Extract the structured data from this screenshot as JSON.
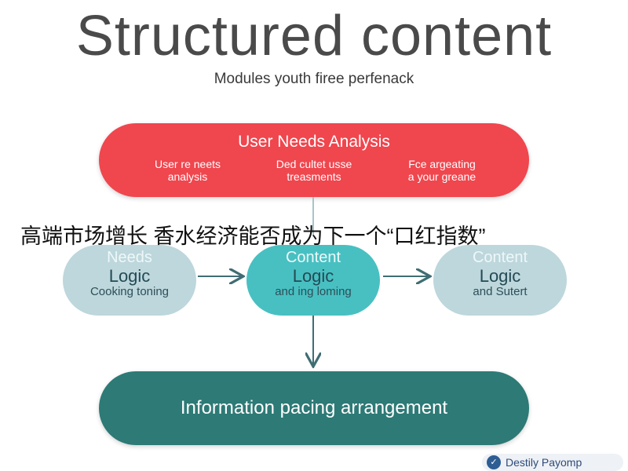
{
  "header": {
    "title": "Structured content",
    "subtitle": "Modules youth firee perfenack"
  },
  "top_node": {
    "title": "User Needs Analysis",
    "items": [
      {
        "line1": "User re neets",
        "line2": "analysis"
      },
      {
        "line1": "Ded cultet usse",
        "line2": "treasments"
      },
      {
        "line1": "Fce argeating",
        "line2": "a your greane"
      }
    ]
  },
  "overlay_caption": "高端市场增长 香水经济能否成为下一个“口红指数”",
  "logic_nodes": [
    {
      "head": "Needs",
      "main": "Logic",
      "small": "Cooking toning"
    },
    {
      "head": "Content",
      "main": "Logic",
      "small": "and ing loming"
    },
    {
      "head": "Content",
      "main": "Logic",
      "small": "and Sutert"
    }
  ],
  "bottom_node": {
    "title": "Information pacing arrangement"
  },
  "badge": {
    "icon": "check-icon",
    "label": "Destily Payomp"
  },
  "colors": {
    "top_pill": "#f0464e",
    "logic_side": "#bdd7dc",
    "logic_center": "#48c0c2",
    "bottom_pill": "#2d7a76",
    "arrow": "#3f6d72"
  }
}
